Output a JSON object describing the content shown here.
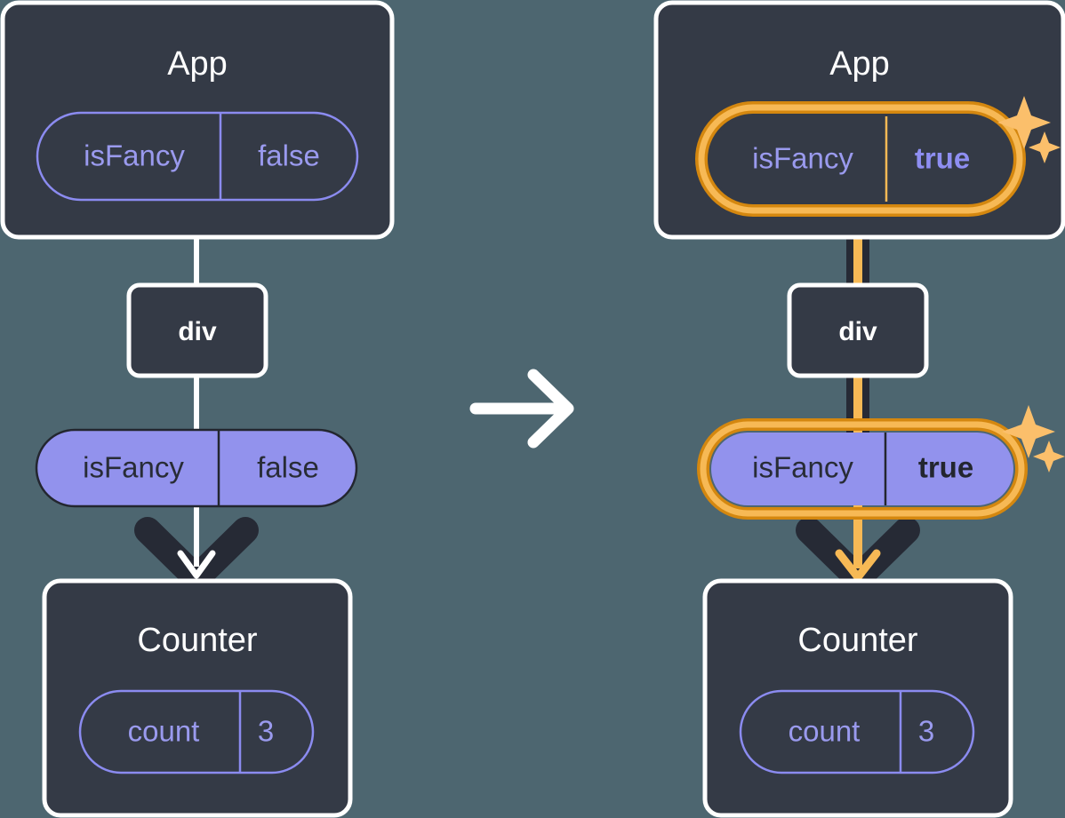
{
  "diagram": {
    "title_domain": "react-state-propagation",
    "background_color": "#4d6670",
    "panels": [
      {
        "id": "before",
        "app_box": {
          "label": "App",
          "state_pill": {
            "key": "isFancy",
            "value": "false",
            "style": "outline",
            "highlighted": false
          }
        },
        "div_box": {
          "label": "div"
        },
        "prop_pill": {
          "key": "isFancy",
          "value": "false",
          "style": "solid",
          "highlighted": false
        },
        "counter_box": {
          "label": "Counter",
          "state_pill": {
            "key": "count",
            "value": "3",
            "style": "outline",
            "highlighted": false
          }
        },
        "connector_color": "#ffffff",
        "sparkles": false
      },
      {
        "id": "after",
        "app_box": {
          "label": "App",
          "state_pill": {
            "key": "isFancy",
            "value": "true",
            "style": "outline",
            "highlighted": true
          }
        },
        "div_box": {
          "label": "div"
        },
        "prop_pill": {
          "key": "isFancy",
          "value": "true",
          "style": "solid",
          "highlighted": true
        },
        "counter_box": {
          "label": "Counter",
          "state_pill": {
            "key": "count",
            "value": "3",
            "style": "outline",
            "highlighted": false
          }
        },
        "connector_color": "#f7b955",
        "sparkles": true
      }
    ],
    "transition_arrow": {
      "icon": "arrow-right-icon",
      "color": "#ffffff"
    },
    "colors": {
      "background": "#4d6670",
      "box_fill": "#343a46",
      "box_border": "#ffffff",
      "pill_outline_stroke": "#8b8bf0",
      "pill_solid_fill": "#9292ed",
      "pill_solid_stroke": "#23262f",
      "highlight_outer": "#d4870f",
      "highlight_inner": "#f7b955",
      "sparkle": "#fbbf6b",
      "chevron_dark": "#262a35",
      "text_light": "#ffffff",
      "text_purple": "#9a9aee",
      "text_dark": "#282c36"
    }
  }
}
